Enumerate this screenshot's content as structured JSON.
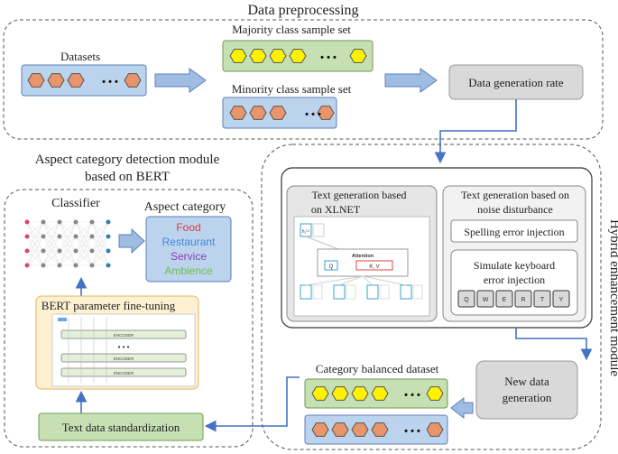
{
  "preprocessing": {
    "title": "Data preprocessing",
    "datasets_label": "Datasets",
    "majority_label": "Majority class sample set",
    "minority_label": "Minority class sample set",
    "rate_label": "Data generation rate",
    "dots": "• • •"
  },
  "hybrid": {
    "title": "Hybrid enhancement module",
    "xlnet_title_1": "Text generation based",
    "xlnet_title_2": "on XLNET",
    "attention_label": "Attention",
    "q_label": "Q",
    "kv_label": "K, V",
    "noise_title_1": "Text generation based on",
    "noise_title_2": "noise disturbance",
    "spelling_label": "Spelling error injection",
    "keyboard_1": "Simulate keyboard",
    "keyboard_2": "error injection",
    "keys": [
      "Q",
      "W",
      "E",
      "R",
      "T",
      "Y"
    ],
    "balanced_label": "Category balanced dataset",
    "new_data_1": "New data",
    "new_data_2": "generation"
  },
  "aspect_module": {
    "title_1": "Aspect category detection module",
    "title_2": "based on BERT",
    "classifier_label": "Classifier",
    "category_label": "Aspect category",
    "categories": [
      {
        "name": "Food",
        "color": "#e03a3a"
      },
      {
        "name": "Restaurant",
        "color": "#3f8ad8"
      },
      {
        "name": "Service",
        "color": "#8a3fb5"
      },
      {
        "name": "Ambience",
        "color": "#6fbf4a"
      }
    ],
    "bert_label": "BERT parameter fine-tuning",
    "encoder_label": "ENCODER",
    "standardization_label": "Text data standardization"
  },
  "colors": {
    "hex_orange": "#e8956b",
    "hex_yellow": "#fff200",
    "box_blue": "#bcd3ee",
    "box_green": "#c6e0b4",
    "box_gray": "#d9d9d9",
    "box_cream": "#fdf1d2",
    "arrow_blue": "#4472c4"
  }
}
